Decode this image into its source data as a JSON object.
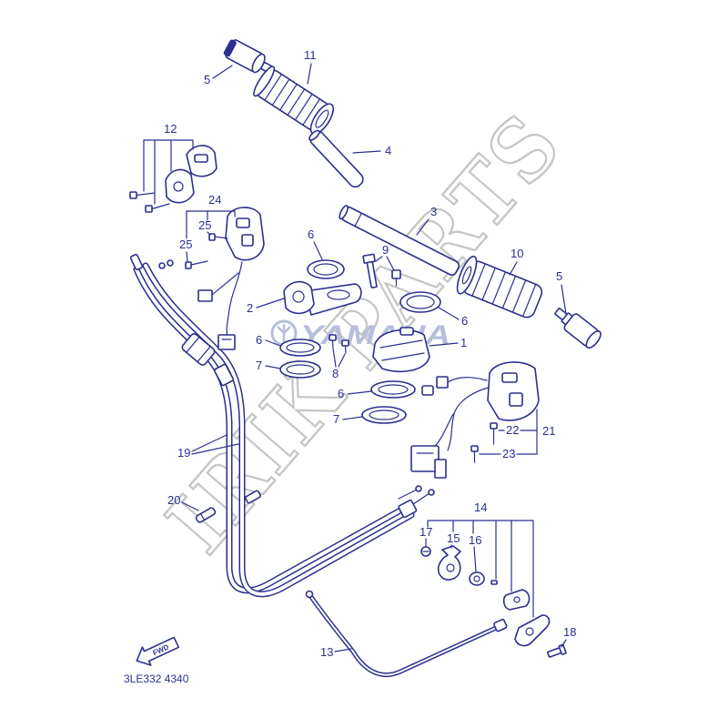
{
  "diagram": {
    "callouts": [
      "5",
      "11",
      "4",
      "12",
      "24",
      "25",
      "25",
      "3",
      "6",
      "9",
      "10",
      "5",
      "2",
      "6",
      "1",
      "6",
      "7",
      "8",
      "6",
      "7",
      "22",
      "21",
      "23",
      "19",
      "20",
      "14",
      "17",
      "15",
      "16",
      "18",
      "13"
    ],
    "drawing_code": "3LE332 4340",
    "fwd_label": "FWD",
    "watermark": "IRIK PARTS",
    "logo_text": "YAMAHA"
  },
  "colors": {
    "line": "#2b2f8f",
    "watermark": "#c6c6c6",
    "logo": "#b6bedb",
    "background": "#ffffff"
  }
}
